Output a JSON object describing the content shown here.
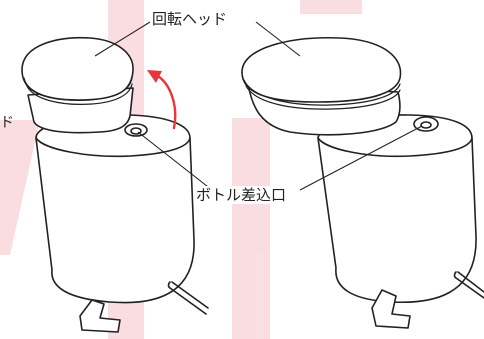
{
  "labels": {
    "rotating_head": "回転ヘッド",
    "bottle_port": "ボトル差込口",
    "edge_fragment": "ド"
  },
  "colors": {
    "outline": "#222222",
    "arrow": "#e8353a",
    "watermark": "#f6c2c8",
    "background": "#ffffff"
  }
}
